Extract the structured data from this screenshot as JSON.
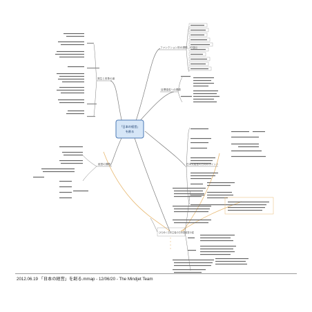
{
  "map": {
    "central_topic": {
      "line1": "「日本の経営」",
      "line2": "を創る"
    },
    "main_branches": [
      {
        "key": "top_right_1",
        "label": "ファンクション別の課題、の抽出"
      },
      {
        "key": "top_right_2",
        "label": "目標達成への課題"
      },
      {
        "key": "right",
        "label": "日本式経営の方向のポイント"
      },
      {
        "key": "left_top",
        "label": "発生と改革の道"
      },
      {
        "key": "left_bottom",
        "label": "経営の課題"
      },
      {
        "key": "bottom",
        "label": "ひらめく日本主義の日本型経営の姿"
      }
    ],
    "footer": "2012.06.19 「日本の経営」を創る.mmap - 12/06/20 - The Mindjet Team"
  },
  "colors": {
    "central_border": "#4a78b5",
    "central_fill": "#d6e6f7",
    "branch_line": "#7a7a7a",
    "relationship_line": "#e8b870"
  }
}
